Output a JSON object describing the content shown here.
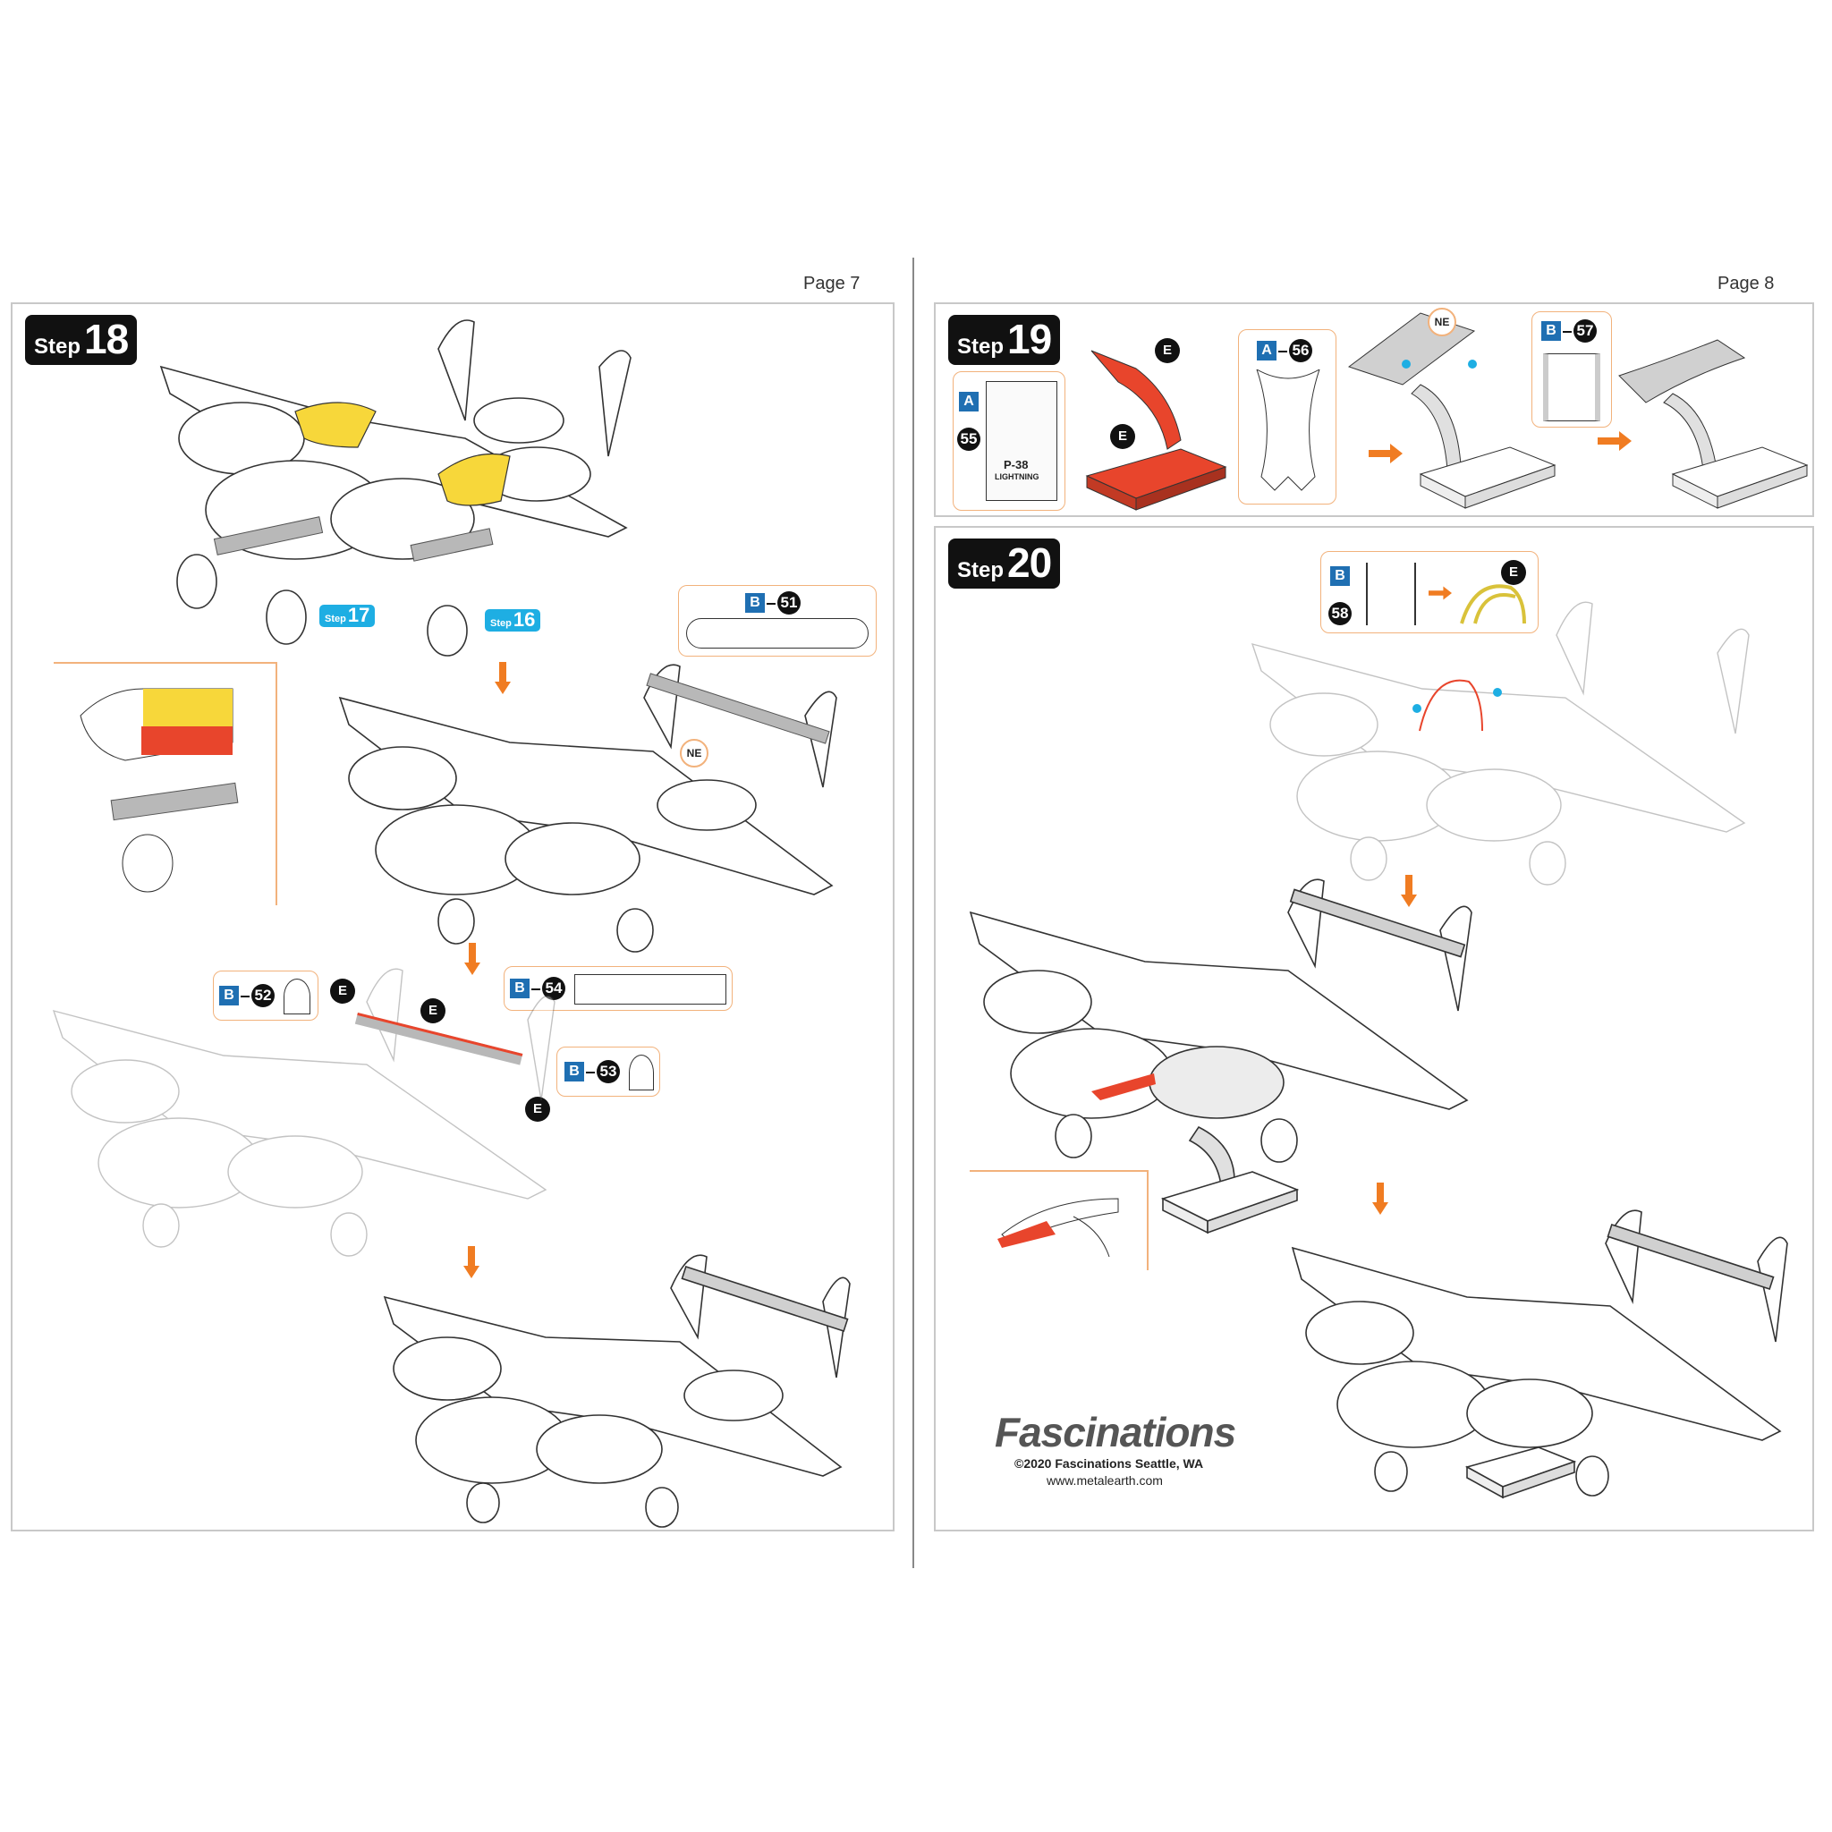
{
  "pages": [
    {
      "label": "Page 7"
    },
    {
      "label": "Page 8"
    }
  ],
  "steps": {
    "step18": {
      "word": "Step",
      "number": "18"
    },
    "step19": {
      "word": "Step",
      "number": "19"
    },
    "step20": {
      "word": "Step",
      "number": "20"
    }
  },
  "sub_steps": {
    "s17": {
      "word": "Step",
      "number": "17"
    },
    "s16": {
      "word": "Step",
      "number": "16"
    }
  },
  "parts": {
    "p51": {
      "sheet": "B",
      "number": "51"
    },
    "p52": {
      "sheet": "B",
      "number": "52"
    },
    "p53": {
      "sheet": "B",
      "number": "53"
    },
    "p54": {
      "sheet": "B",
      "number": "54"
    },
    "p55": {
      "sheet": "A",
      "number": "55"
    },
    "p56": {
      "sheet": "A",
      "number": "56"
    },
    "p57": {
      "sheet": "B",
      "number": "57"
    },
    "p58": {
      "sheet": "B",
      "number": "58"
    }
  },
  "tools": {
    "e": "E",
    "ne": "NE"
  },
  "stand_label": {
    "line1": "P-38",
    "line2": "LIGHTNING"
  },
  "footer": {
    "brand": "Fascinations",
    "copyright": "©2020 Fascinations Seattle, WA",
    "website": "www.metalearth.com"
  },
  "colors": {
    "highlight_yellow": "#f7d73a",
    "highlight_red": "#e8452c",
    "callout_border": "#f2b27c",
    "arrow_orange": "#f07c22",
    "sheet_blue": "#1f6fb2",
    "substep_cyan": "#1eaee3"
  }
}
